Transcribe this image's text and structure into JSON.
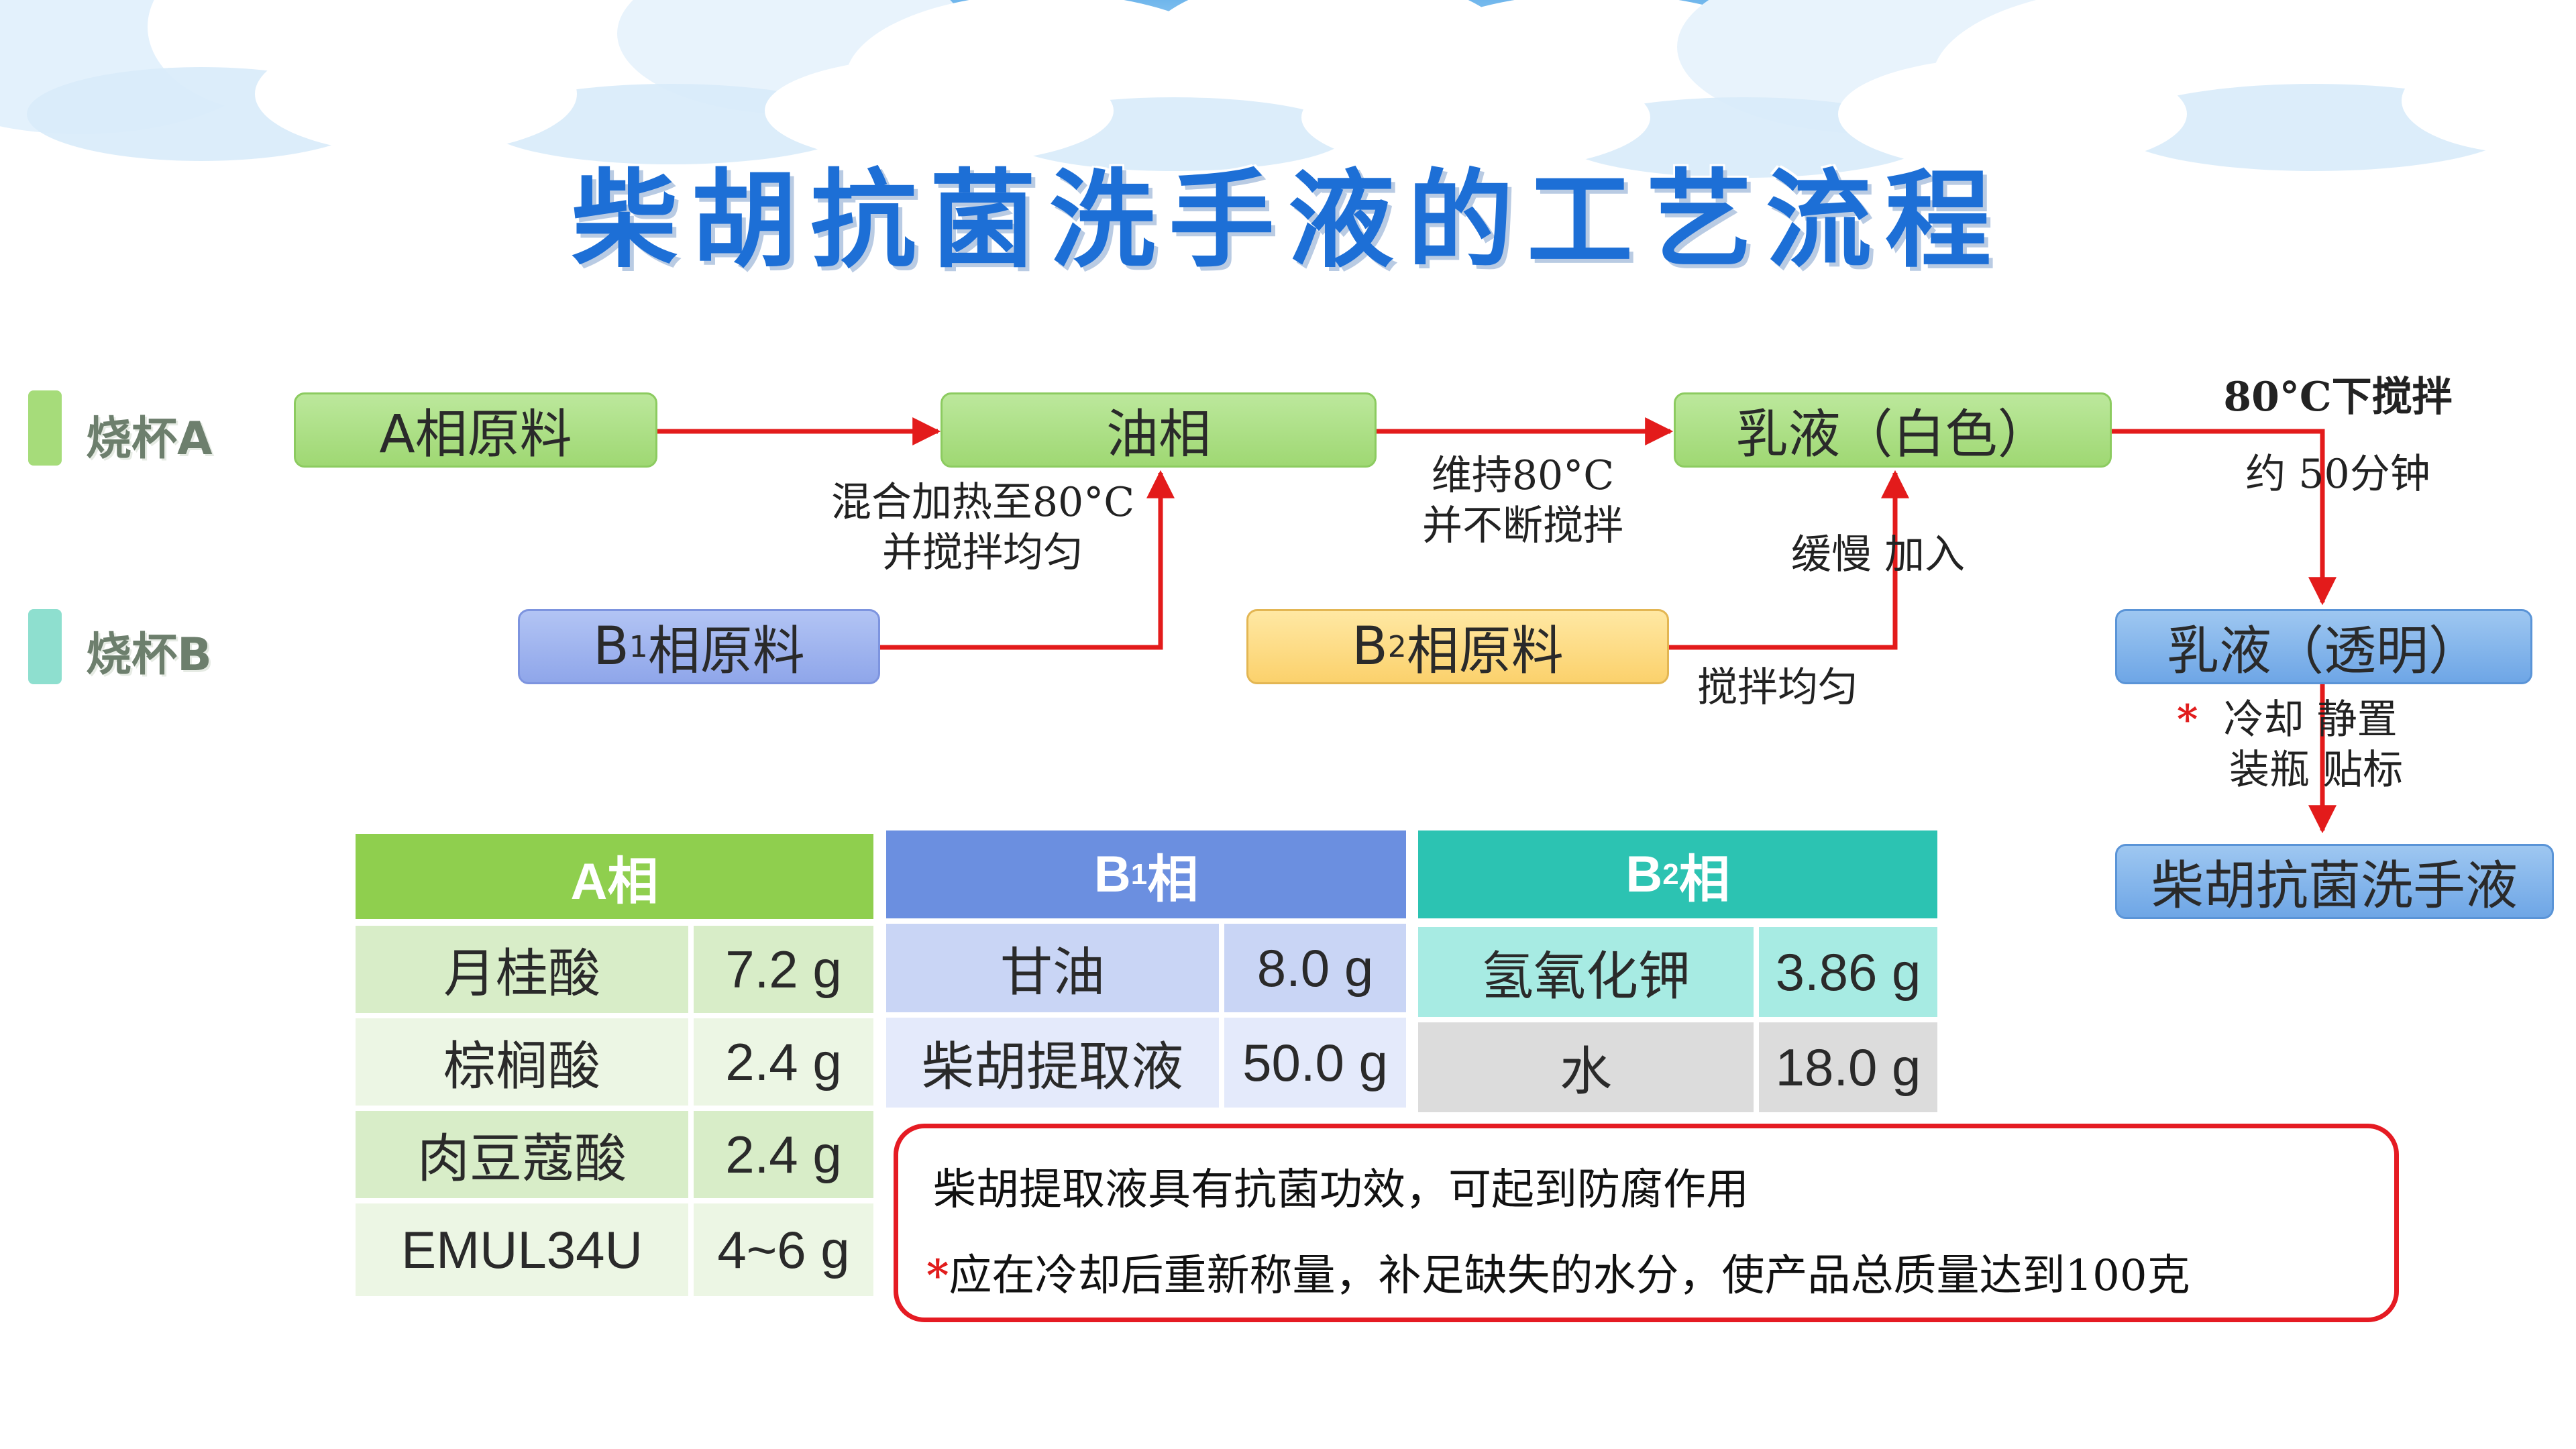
{
  "title": "柴胡抗菌洗手液的工艺流程",
  "colors": {
    "beaker_a": "#a6dc7a",
    "beaker_b": "#8edfcf",
    "arrow": "#e31b1b",
    "table_a_header": "#8fcf4e",
    "table_b1_header": "#6b8fe0",
    "table_b2_header": "#2cc3b2",
    "note_border": "#e51b23"
  },
  "legend": [
    {
      "label": "烧杯A",
      "color": "#a6dc7a"
    },
    {
      "label": "烧杯B",
      "color": "#8edfcf"
    }
  ],
  "flow": {
    "nodes": {
      "a_raw": {
        "text": "A相原料"
      },
      "oil": {
        "text": "油相"
      },
      "emulsion_white": {
        "text": "乳液（白色）"
      },
      "b1_raw": {
        "main": "B",
        "sub": "1",
        "rest": "相原料"
      },
      "b2_raw": {
        "main": "B",
        "sub": "2",
        "rest": "相原料"
      },
      "emulsion_clear": {
        "text": "乳液（透明）"
      },
      "product": {
        "text": "柴胡抗菌洗手液"
      }
    },
    "labels": {
      "mix_line1": "混合加热至80°C",
      "mix_line2": "并搅拌均匀",
      "keep_line1": "维持80°C",
      "keep_line2": "并不断搅拌",
      "slow_add": "缓慢  加入",
      "stir_even": "搅拌均匀",
      "stir_line1": "80°C下搅拌",
      "stir_line2": "约  50分钟",
      "cool_star": "*",
      "cool_line1": "冷却  静置",
      "cool_line2": "装瓶  贴标"
    }
  },
  "tables": {
    "a": {
      "header": "A相",
      "rows": [
        {
          "name": "月桂酸",
          "amount": "7.2 g"
        },
        {
          "name": "棕榈酸",
          "amount": "2.4 g"
        },
        {
          "name": "肉豆蔻酸",
          "amount": "2.4 g"
        },
        {
          "name": "EMUL34U",
          "amount": "4~6 g"
        }
      ]
    },
    "b1": {
      "header_main": "B",
      "header_sub": "1",
      "header_rest": "相",
      "rows": [
        {
          "name": "甘油",
          "amount": "8.0 g"
        },
        {
          "name": "柴胡提取液",
          "amount": "50.0 g"
        }
      ]
    },
    "b2": {
      "header_main": "B",
      "header_sub": "2",
      "header_rest": "相",
      "rows": [
        {
          "name": "氢氧化钾",
          "amount": "3.86 g"
        },
        {
          "name": "水",
          "amount": "18.0 g"
        }
      ]
    }
  },
  "note": {
    "line1": "柴胡提取液具有抗菌功效，可起到防腐作用",
    "line2_star": "*",
    "line2": "应在冷却后重新称量，补足缺失的水分，使产品总质量达到100克"
  }
}
